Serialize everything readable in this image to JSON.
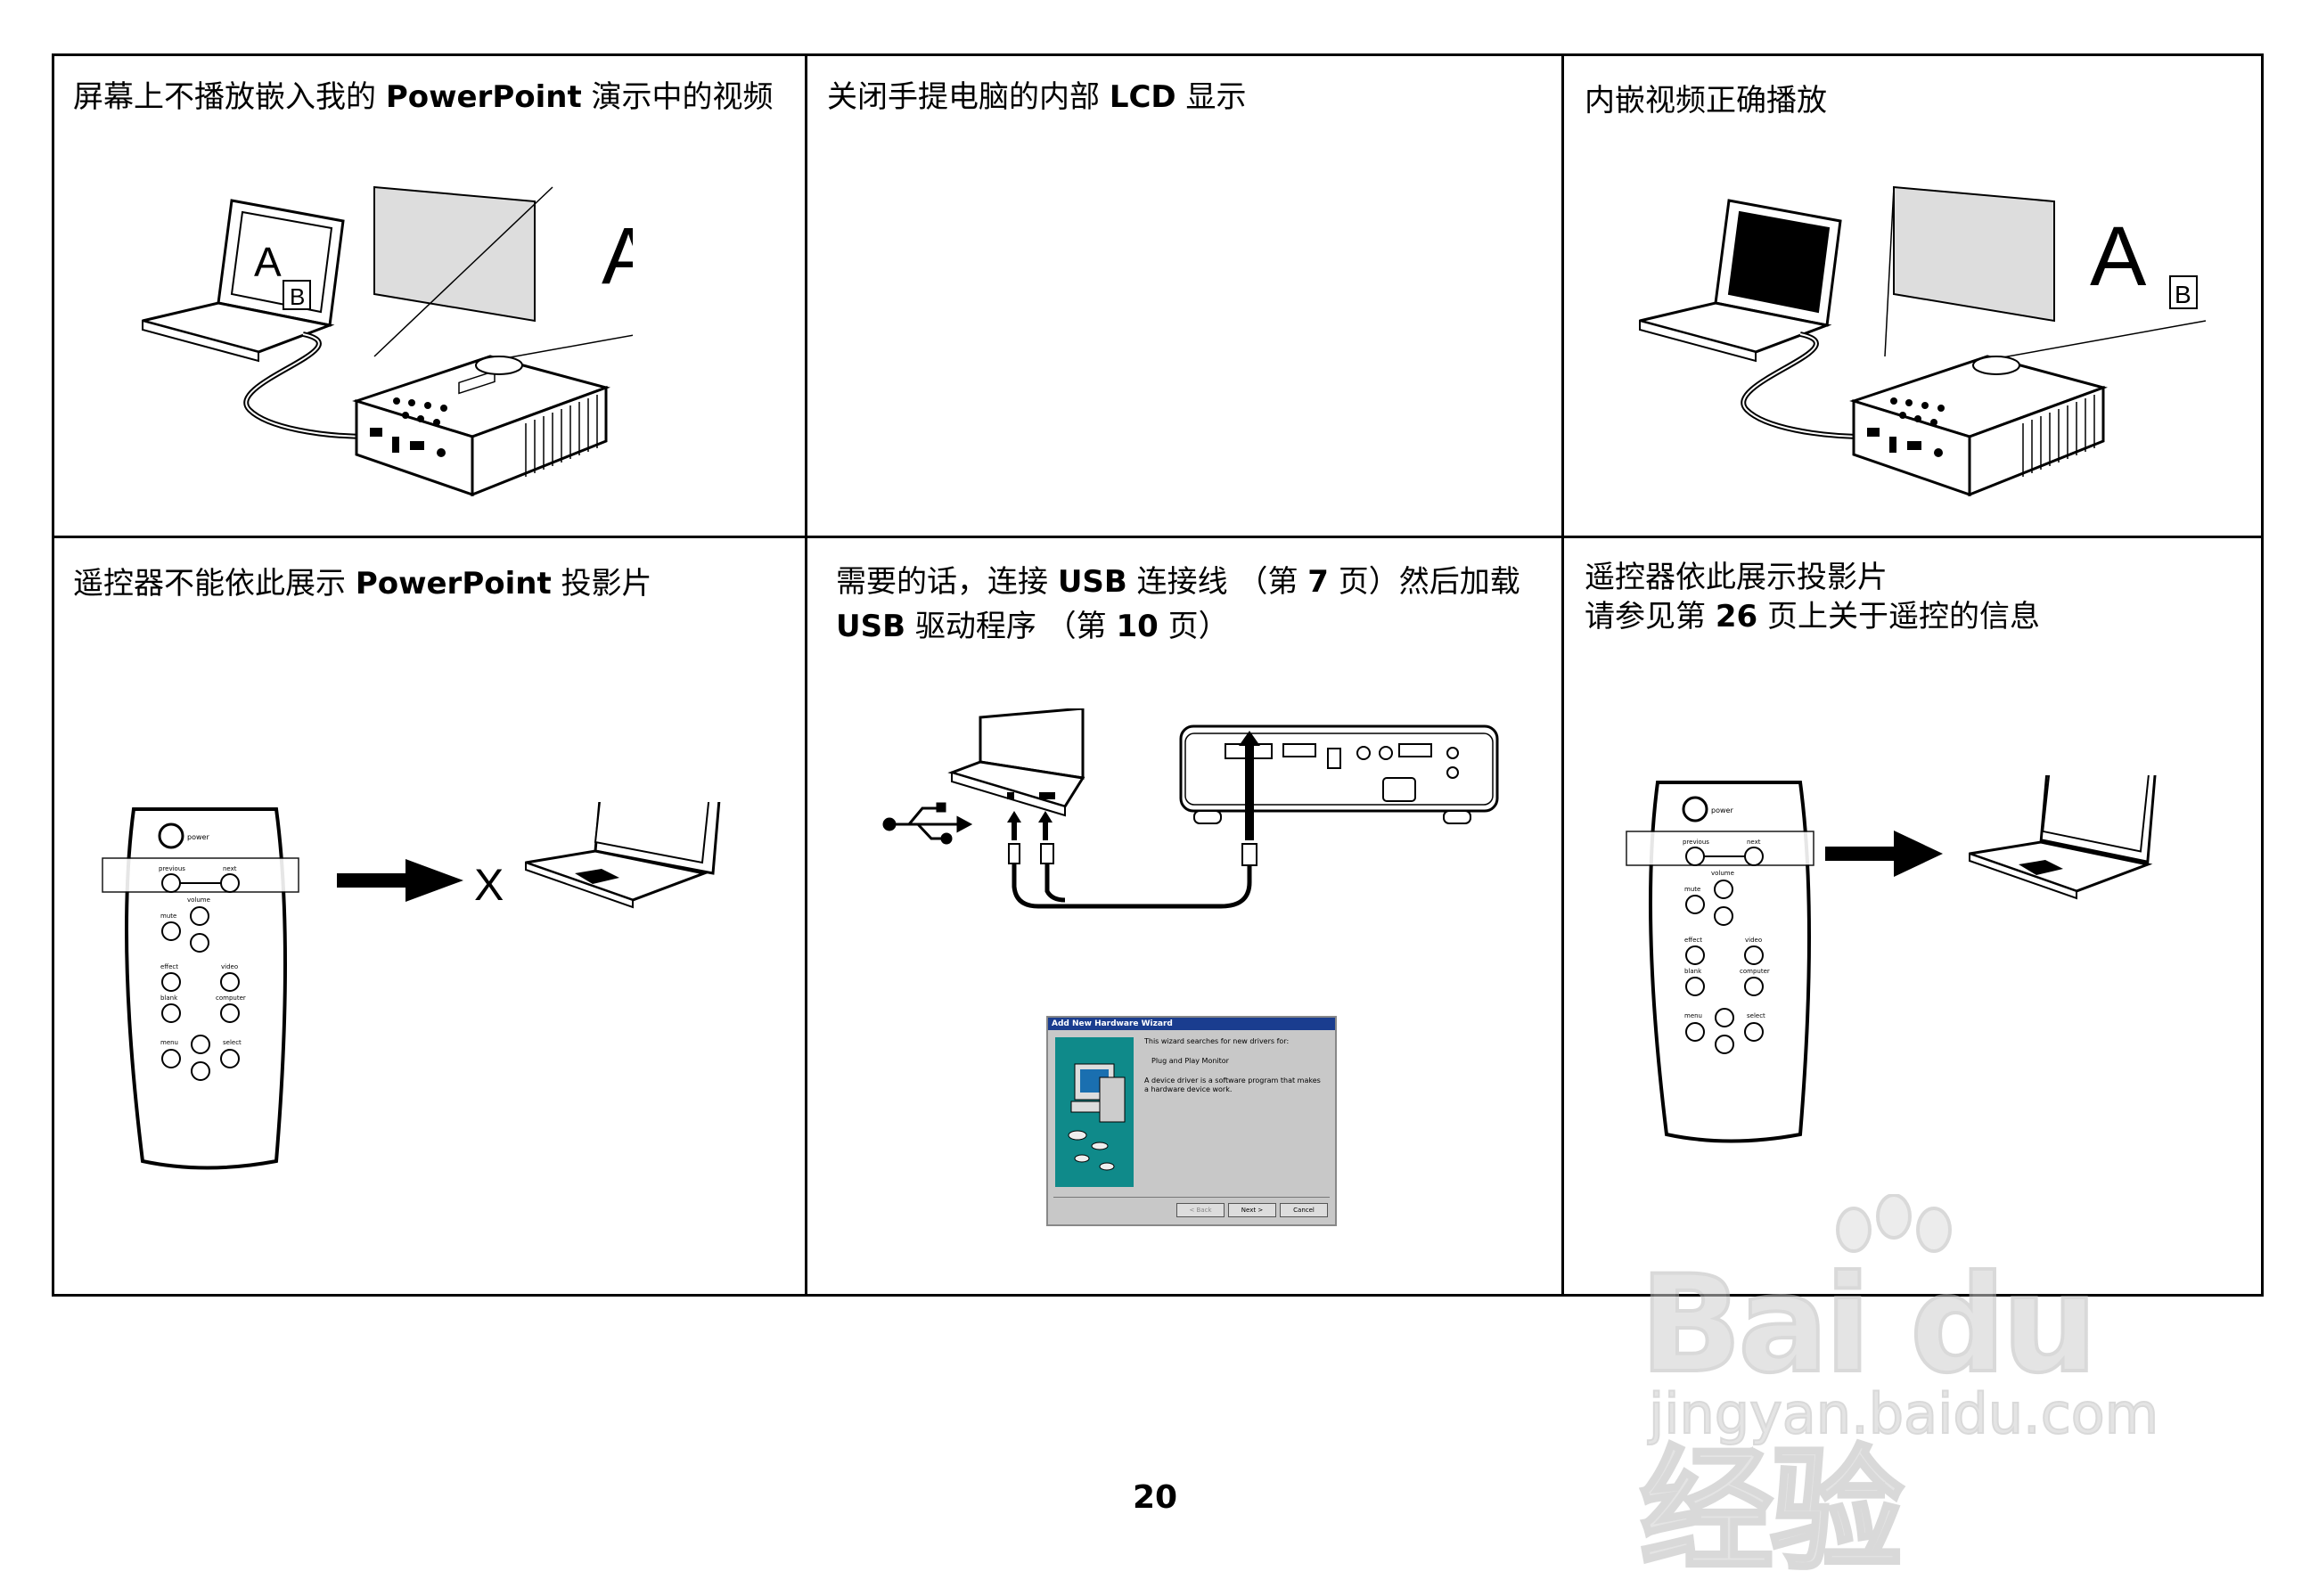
{
  "cells": {
    "c1": {
      "caption_pre": "屏幕上不播放嵌入我的 ",
      "caption_bold": "PowerPoint",
      "caption_post": " 演示中的视频",
      "laptop_letter_a": "A",
      "laptop_letter_b": "B",
      "screen_letter": "A"
    },
    "c2": {
      "caption_pre": "关闭手提电脑的内部 ",
      "caption_bold": "LCD",
      "caption_post": " 显示"
    },
    "c3": {
      "caption": "内嵌视频正确播放",
      "screen_letter_a": "A",
      "screen_letter_b": "B"
    },
    "c4": {
      "caption_pre": "遥控器不能依此展示 ",
      "caption_bold": "PowerPoint",
      "caption_post": " 投影片",
      "cross": "X"
    },
    "c5": {
      "line1_pre": "需要的话，连接 ",
      "line1_bold1": "USB",
      "line1_mid": " 连接线 （第 ",
      "line1_bold2": "7",
      "line1_post": " 页）然后加载",
      "line2_bold1": "USB",
      "line2_mid": " 驱动程序 （第 ",
      "line2_bold2": "10",
      "line2_post": " 页）"
    },
    "c6": {
      "line1": "遥控器依此展示投影片",
      "line2_pre": "请参见第 ",
      "line2_bold": "26",
      "line2_post": " 页上关于遥控的信息"
    }
  },
  "remote_labels": {
    "power": "power",
    "previous": "previous",
    "next": "next",
    "volume": "volume",
    "mute": "mute",
    "effect": "effect",
    "video": "video",
    "blank": "blank",
    "computer": "computer",
    "menu": "menu",
    "select": "select"
  },
  "wizard": {
    "title": "Add New Hardware Wizard",
    "line1": "This wizard searches for new drivers for:",
    "line2": "Plug and Play Monitor",
    "line3": "A device driver is a software program that makes a hardware device work.",
    "back": "< Back",
    "next": "Next >",
    "cancel": "Cancel"
  },
  "page_number": "20",
  "watermark": {
    "line1": "Bai du 经验",
    "line2": "jingyan.baidu.com"
  }
}
